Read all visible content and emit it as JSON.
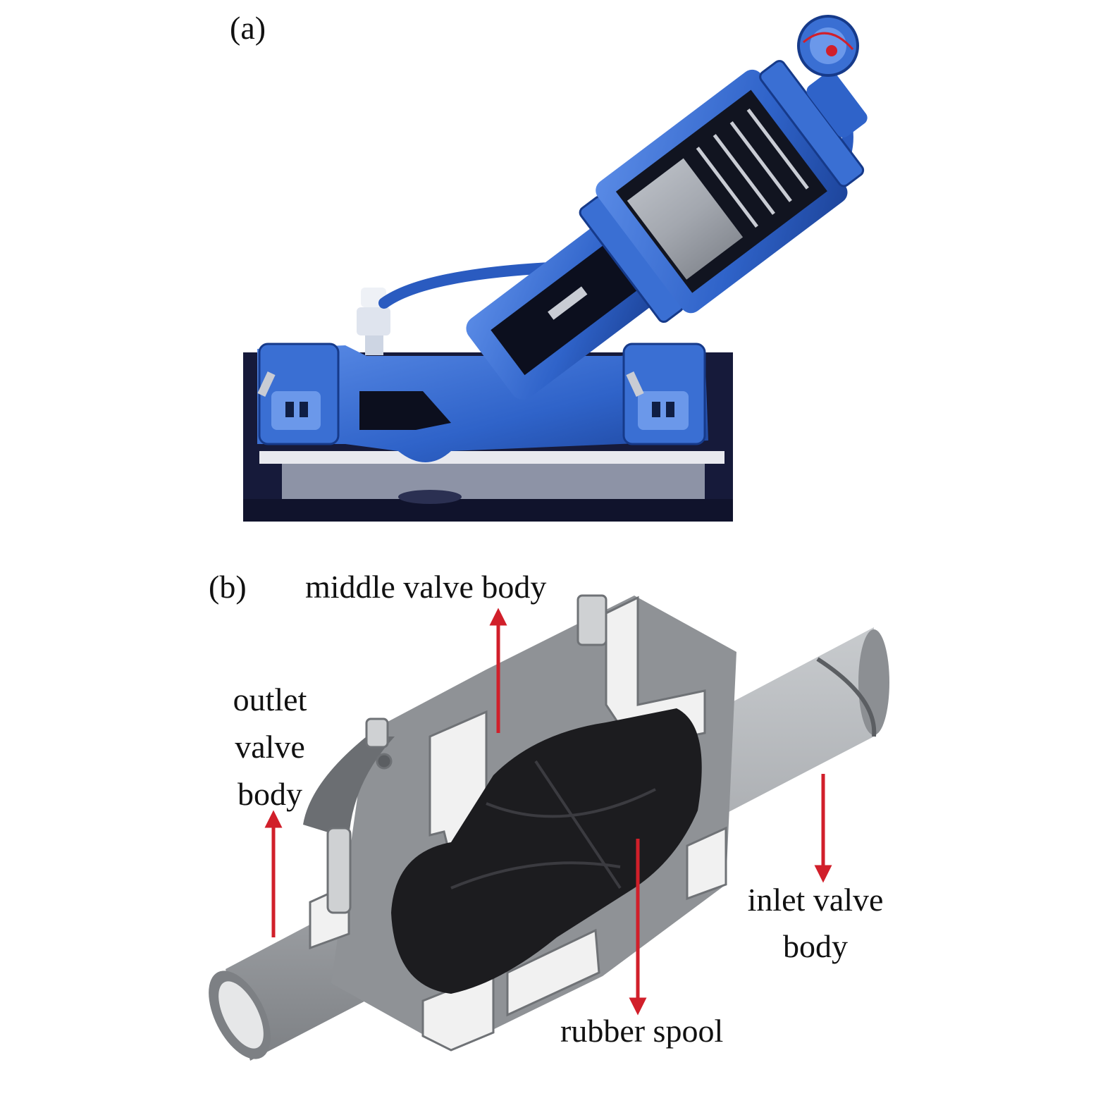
{
  "panels": {
    "a": {
      "label": "(a)"
    },
    "b": {
      "label": "(b)",
      "callouts": {
        "middle": "middle valve body",
        "outlet": [
          "outlet",
          "valve",
          "body"
        ],
        "inlet": [
          "inlet valve",
          "body"
        ],
        "spool": "rubber spool"
      }
    }
  },
  "colors": {
    "valve_blue": "#2f63c9",
    "valve_blue_light": "#5a8be6",
    "valve_blue_dark": "#163a8a",
    "base_dark": "#161a3a",
    "rubber_black": "#1c1c1f",
    "pipe_grey": "#a9acb0",
    "pipe_grey_dark": "#6f7276",
    "section_white": "#f1f1f1",
    "arrow_red": "#d11f2a"
  }
}
